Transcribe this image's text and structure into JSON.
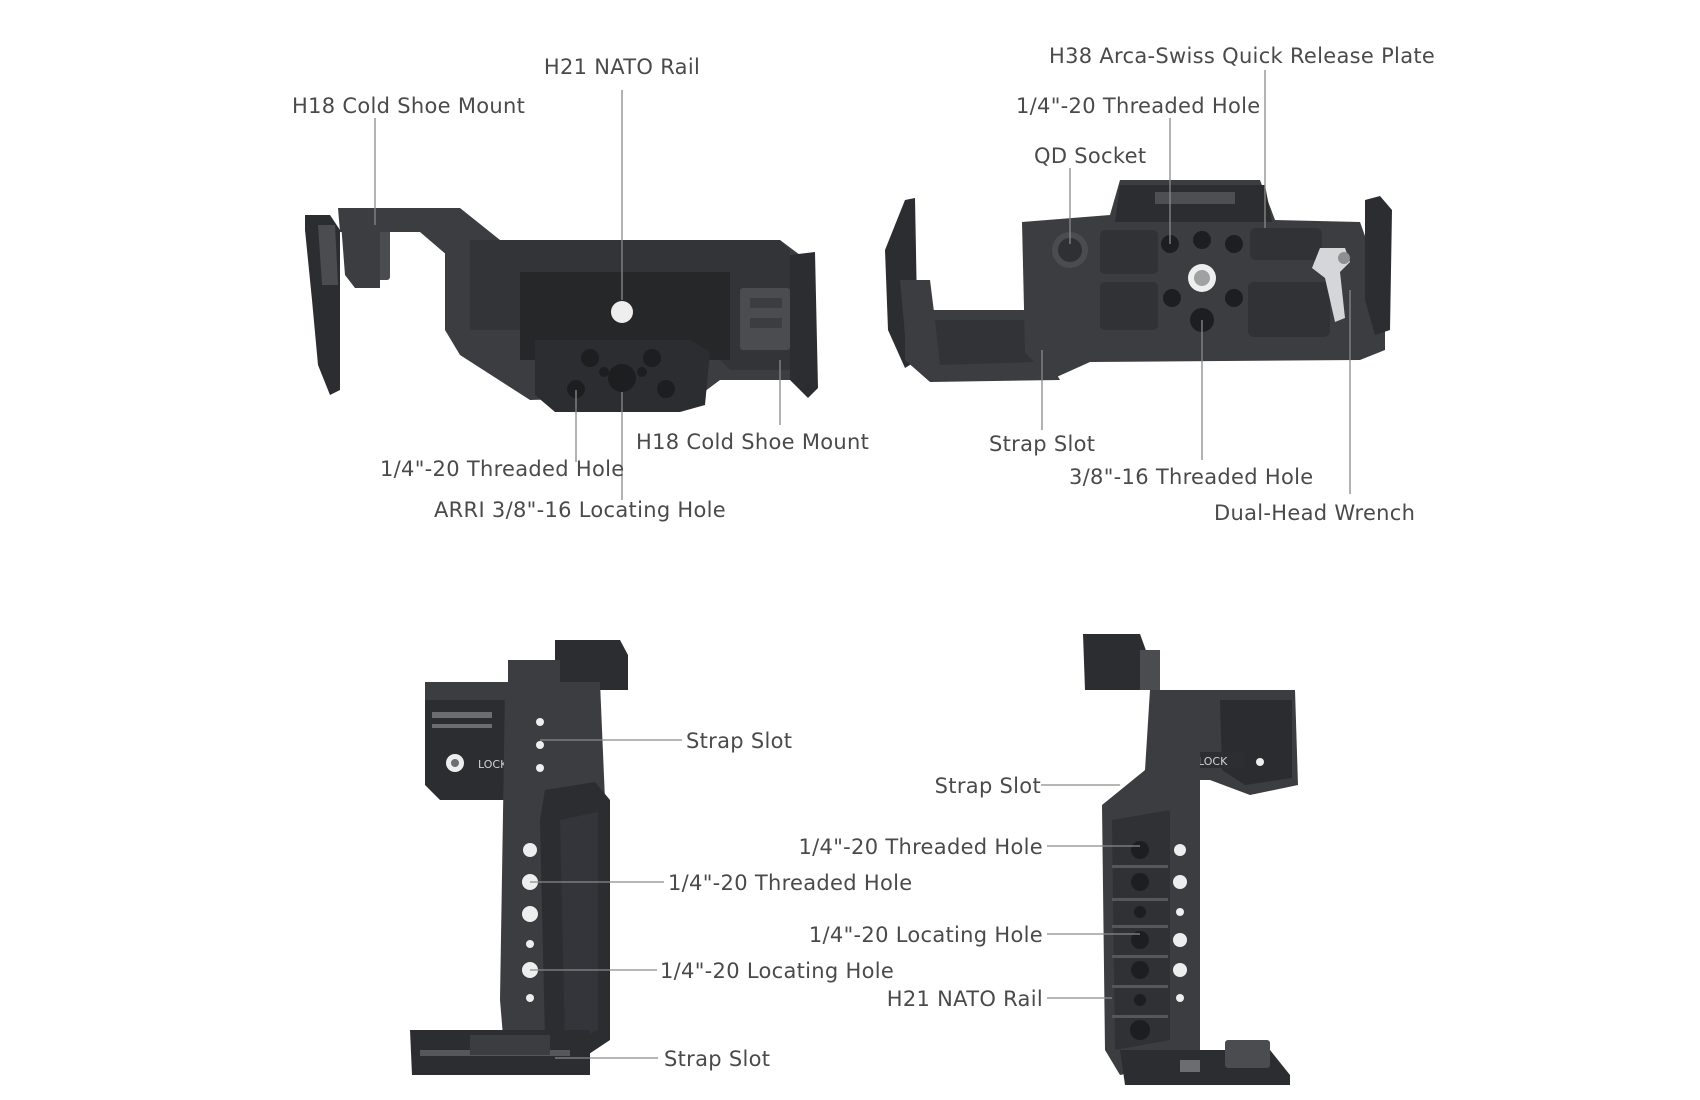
{
  "views": {
    "top_left": {
      "callouts": {
        "h21_nato_rail": "H21 NATO Rail",
        "h18_cold_shoe_left": "H18 Cold Shoe Mount",
        "threaded_hole": "1/4\"-20 Threaded Hole",
        "h18_cold_shoe_right": "H18 Cold Shoe Mount",
        "arri_locating_hole": "ARRI 3/8\"-16 Locating Hole"
      }
    },
    "top_right": {
      "callouts": {
        "h38_plate": "H38 Arca-Swiss Quick Release Plate",
        "threaded_hole": "1/4\"-20 Threaded Hole",
        "qd_socket": "QD Socket",
        "strap_slot": "Strap Slot",
        "threaded_hole_38": "3/8\"-16 Threaded Hole",
        "dual_head_wrench": "Dual-Head Wrench"
      }
    },
    "bottom_left": {
      "callouts": {
        "strap_slot_top": "Strap Slot",
        "threaded_hole": "1/4\"-20 Threaded Hole",
        "locating_hole": "1/4\"-20 Locating Hole",
        "strap_slot_bottom": "Strap Slot"
      },
      "engraving": "LOCK"
    },
    "bottom_right": {
      "callouts": {
        "strap_slot": "Strap Slot",
        "threaded_hole": "1/4\"-20 Threaded Hole",
        "locating_hole": "1/4\"-20 Locating Hole",
        "h21_nato_rail": "H21 NATO Rail"
      },
      "engraving": "LOCK"
    }
  },
  "colors": {
    "background": "#ffffff",
    "label_text": "#4a4a4a",
    "leader_line": "#8a8a8a",
    "cage_metal": "#3b3d40"
  }
}
